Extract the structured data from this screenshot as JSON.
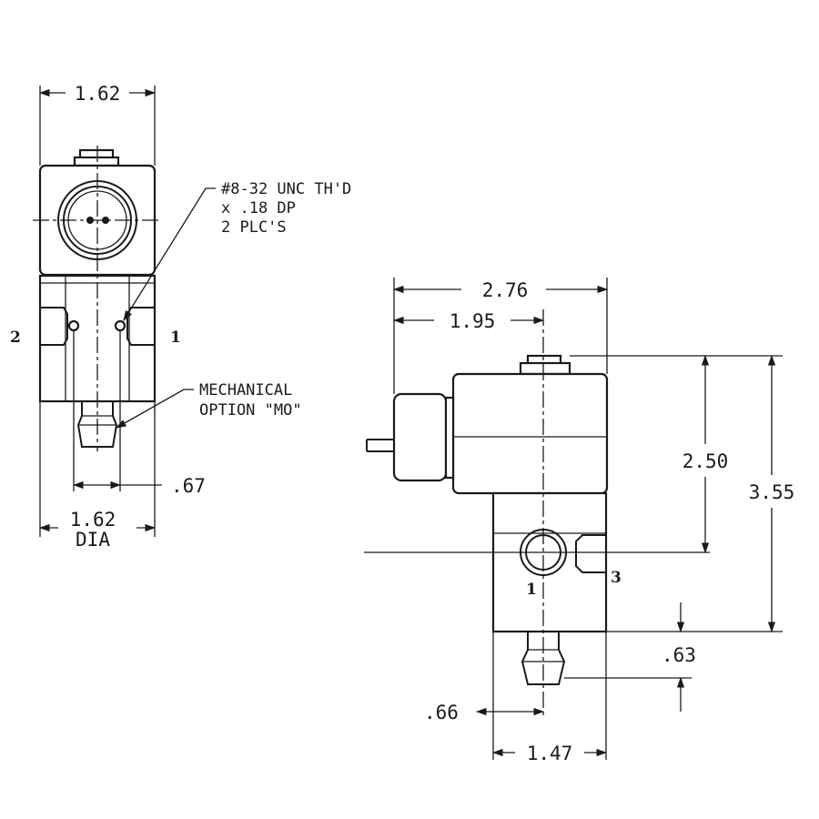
{
  "colors": {
    "ink": "#1a1a1a",
    "paper": "#ffffff"
  },
  "dimensions": {
    "front_width": "1.62",
    "port_offset": ".67",
    "front_dia_value": "1.62",
    "front_dia_suffix": "DIA",
    "overall_length": "2.76",
    "coil_center": "1.95",
    "coil_height": "2.50",
    "overall_height": "3.55",
    "mo_length": ".63",
    "mo_offset": ".66",
    "body_width": "1.47"
  },
  "notes": {
    "thread_line1": "#8-32 UNC TH'D",
    "thread_line2": "x .18 DP",
    "thread_line3": "2 PLC'S",
    "mech_line1": "MECHANICAL",
    "mech_line2": "OPTION \"MO\""
  },
  "ports": {
    "front_left": "2",
    "front_right": "1",
    "side_port": "1",
    "side_exhaust": "3"
  }
}
